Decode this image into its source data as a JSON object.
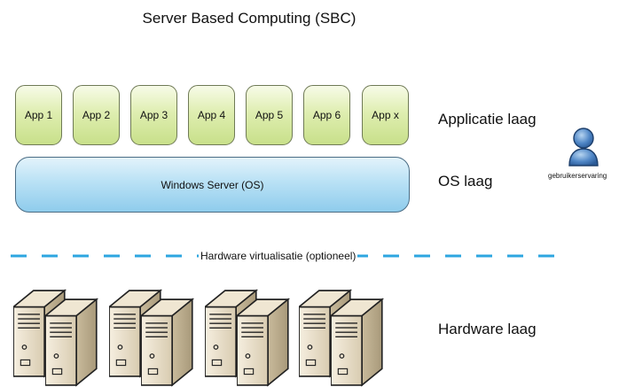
{
  "title": "Server Based Computing (SBC)",
  "apps": [
    "App 1",
    "App 2",
    "App 3",
    "App 4",
    "App 5",
    "App 6",
    "App x"
  ],
  "os_label": "Windows Server (OS)",
  "layers": {
    "application": "Applicatie laag",
    "os": "OS laag",
    "hardware": "Hardware laag"
  },
  "virtualization_label": "Hardware virtualisatie (optioneel)",
  "user_label": "gebruikerservaring",
  "colors": {
    "app_fill": "#d5e89f",
    "os_fill": "#a9d8f0",
    "dash": "#2da6e0"
  },
  "icons": [
    "user-icon",
    "server-icon"
  ]
}
